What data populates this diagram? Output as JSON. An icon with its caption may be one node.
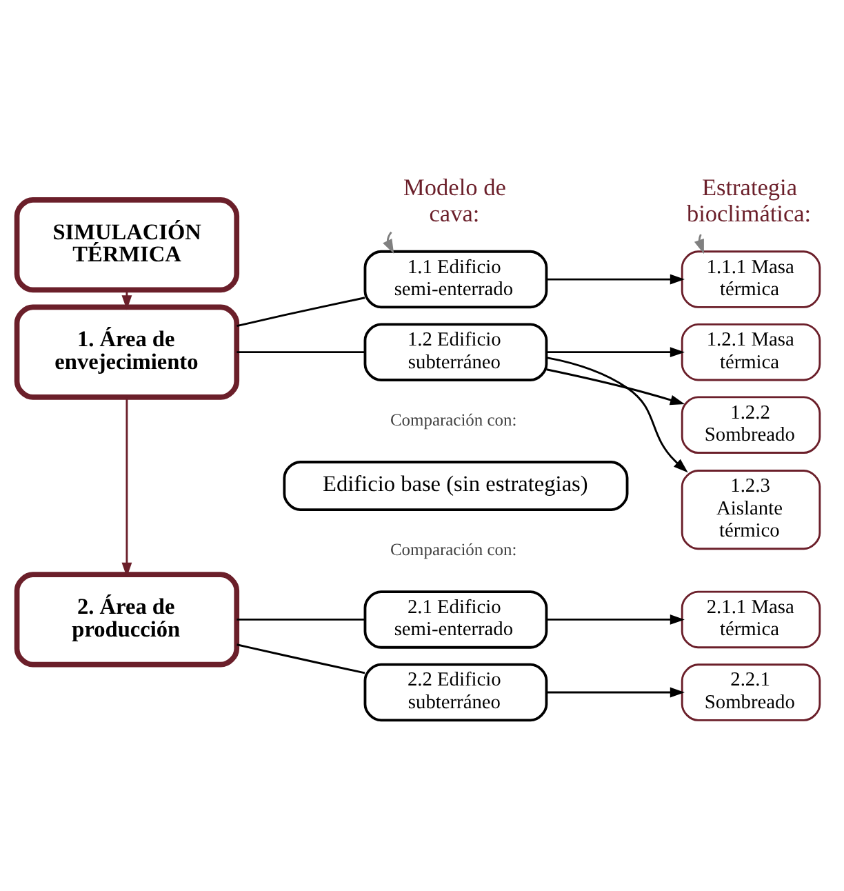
{
  "diagram": {
    "nodes": [
      {
        "text": [
          "SIMULACIÓN TÉRMICA"
        ]
      },
      {
        "text": [
          "Modelo de cava:"
        ]
      },
      {
        "text": [
          "Estrategia bioclimática:"
        ]
      },
      {
        "text": [
          "1. Área de envejecimiento"
        ]
      },
      {
        "text": [
          "1.1 Edificio semi-enterrado"
        ]
      },
      {
        "text": [
          "1.1.1 Masa térmica"
        ]
      },
      {
        "text": [
          "1.2 Edificio subterráneo"
        ]
      },
      {
        "text": [
          "1.2.1 Masa térmica"
        ]
      },
      {
        "text": [
          "1.2.2 Sombreado"
        ]
      },
      {
        "text": [
          "1.2.3 Aislante térmico"
        ]
      },
      {
        "text": [
          "Edificio base (sin estrategias)"
        ]
      },
      {
        "text": [
          "2. Área de producción"
        ]
      },
      {
        "text": [
          "2.1 Edificio semi-enterrado"
        ]
      },
      {
        "text": [
          "2.1.1 Masa térmica"
        ]
      },
      {
        "text": [
          "2.2 Edificio subterráneo"
        ]
      },
      {
        "text": [
          "2.2.1 Sombreado"
        ]
      }
    ],
    "edges": [
      {
        "from": 0,
        "to": 3,
        "arrow": "to",
        "color": "#6b1f2a"
      },
      {
        "from": 1,
        "to": 4,
        "arrow": "to",
        "color": "#808080"
      },
      {
        "from": 2,
        "to": 5,
        "arrow": "to",
        "color": "#808080"
      },
      {
        "from": 3,
        "to": 4,
        "arrow": "none"
      },
      {
        "from": 3,
        "to": 6,
        "arrow": "none"
      },
      {
        "from": 4,
        "to": 5,
        "arrow": "to"
      },
      {
        "from": 6,
        "to": 7,
        "arrow": "to"
      },
      {
        "from": 6,
        "to": 8,
        "arrow": "to"
      },
      {
        "from": 6,
        "to": 9,
        "arrow": "to"
      },
      {
        "from": 3,
        "to": 11,
        "arrow": "to",
        "color": "#6b1f2a"
      },
      {
        "from": 11,
        "to": 12,
        "arrow": "none"
      },
      {
        "from": 11,
        "to": 14,
        "arrow": "none"
      },
      {
        "from": 12,
        "to": 13,
        "arrow": "to"
      },
      {
        "from": 14,
        "to": 15,
        "arrow": "to"
      }
    ],
    "labels": [
      "Comparación con:",
      "Comparación con:"
    ]
  }
}
